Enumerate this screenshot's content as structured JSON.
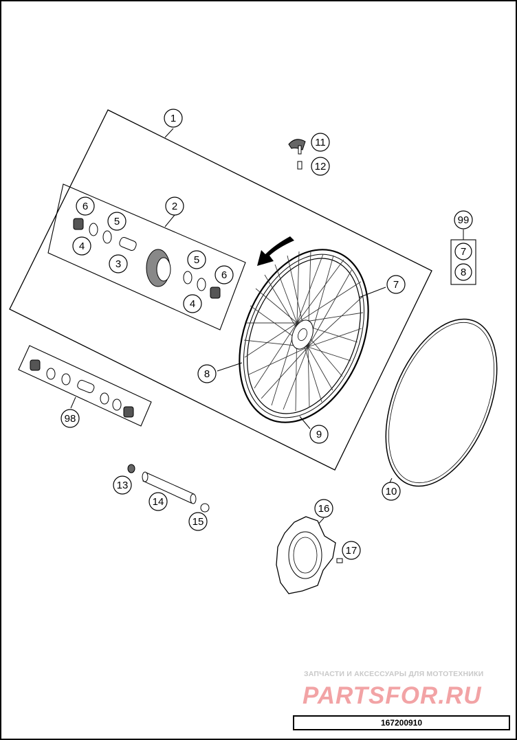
{
  "diagram": {
    "callouts": [
      {
        "label": "1"
      },
      {
        "label": "2"
      },
      {
        "label": "3"
      },
      {
        "label": "4"
      },
      {
        "label": "4"
      },
      {
        "label": "5"
      },
      {
        "label": "5"
      },
      {
        "label": "6"
      },
      {
        "label": "6"
      },
      {
        "label": "7"
      },
      {
        "label": "8"
      },
      {
        "label": "9"
      },
      {
        "label": "10"
      },
      {
        "label": "11"
      },
      {
        "label": "12"
      },
      {
        "label": "13"
      },
      {
        "label": "14"
      },
      {
        "label": "15"
      },
      {
        "label": "16"
      },
      {
        "label": "17"
      },
      {
        "label": "98"
      },
      {
        "label": "99"
      },
      {
        "label": "7"
      },
      {
        "label": "8"
      }
    ]
  },
  "watermark": {
    "tagline": "ЗАПЧАСТИ И АКСЕССУАРЫ ДЛЯ МОТОТЕХНИКИ",
    "brand": "PARTSFOR.RU"
  },
  "document_number": "167200910"
}
